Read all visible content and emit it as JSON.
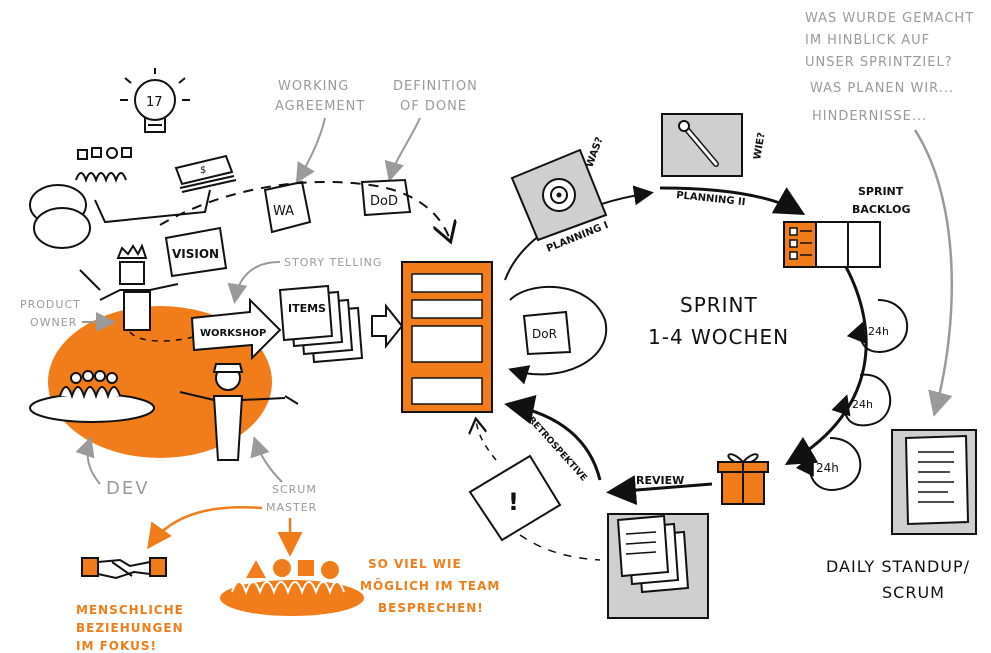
{
  "top_right_notes": {
    "q1_line1": "WAS WURDE GEMACHT",
    "q1_line2": "IM HINBLICK AUF",
    "q1_line3": "UNSER SPRINTZIEL?",
    "q2": "WAS PLANEN WIR...",
    "q3": "HINDERNISSE..."
  },
  "labels": {
    "working_agreement_line1": "WORKING",
    "working_agreement_line2": "AGREEMENT",
    "dod_line1": "DEFINITION",
    "dod_line2": "OF DONE",
    "wa_card": "WA",
    "dod_card": "DoD",
    "vision": "VISION",
    "story_telling": "STORY TELLING",
    "items": "ITEMS",
    "workshop": "WORKSHOP",
    "product_owner_line1": "PRODUCT",
    "product_owner_line2": "OWNER",
    "dev": "DEV",
    "scrum_master_line1": "SCRUM",
    "scrum_master_line2": "MASTER",
    "dor": "DoR",
    "planning_1": "PLANNING I",
    "planning_2": "PLANNING II",
    "was": "WAS?",
    "wie": "WIE?",
    "sprint_backlog_line1": "SPRINT",
    "sprint_backlog_line2": "BACKLOG",
    "sprint_line1": "SPRINT",
    "sprint_line2": "1-4 WOCHEN",
    "h24_a": "24h",
    "h24_b": "24h",
    "h24_c": "24h",
    "review": "REVIEW",
    "retrospektive": "RETROSPEKTIVE",
    "daily_line1": "DAILY STANDUP/",
    "daily_line2": "SCRUM",
    "team_line1": "SO VIEL WIE",
    "team_line2": "MÖGLICH IM TEAM",
    "team_line3": "BESPRECHEN!",
    "relations_line1": "MENSCHLICHE",
    "relations_line2": "BEZIEHUNGEN",
    "relations_line3": "IM FOKUS!"
  },
  "colors": {
    "orange": "#f07d1a",
    "grey_text": "#9a9a9a",
    "grey_card": "#cfcfcf",
    "ink": "#111111"
  }
}
